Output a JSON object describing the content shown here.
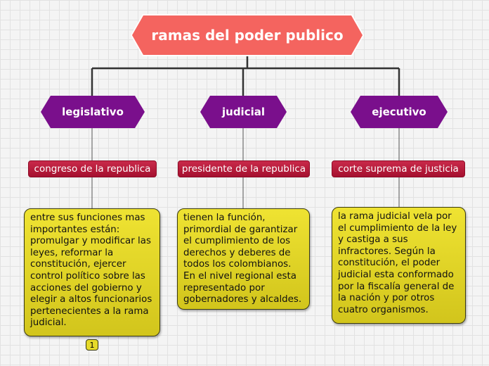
{
  "root": {
    "title": "ramas del poder publico"
  },
  "branches": [
    {
      "label": "legislativo",
      "sub": "congreso de la republica",
      "note": "entre sus funciones mas importantes están: promulgar y modificar las leyes, reformar la constitución, ejercer control político sobre las acciones del gobierno y elegir a altos funcionarios pertenecientes a la rama\n judicial."
    },
    {
      "label": "judicial",
      "sub": "presidente de la republica",
      "note": "tienen la función, primordial de garantizar el cumplimiento de los derechos y deberes de todos los colombianos. En el nivel regional esta representado por gobernadores y alcaldes."
    },
    {
      "label": "ejecutivo",
      "sub": "corte suprema de justicia",
      "note": "la rama judicial vela por el cumplimiento de la ley y castiga a sus infractores. Según la constitución, el poder judicial esta conformado por la fiscalía general de la nación y por otros cuatro organismos."
    }
  ],
  "badge": "1",
  "colors": {
    "root": "#f4645f",
    "branch": "#7a0f8c",
    "sub": "#b3163a",
    "note": "#e4d72a"
  }
}
